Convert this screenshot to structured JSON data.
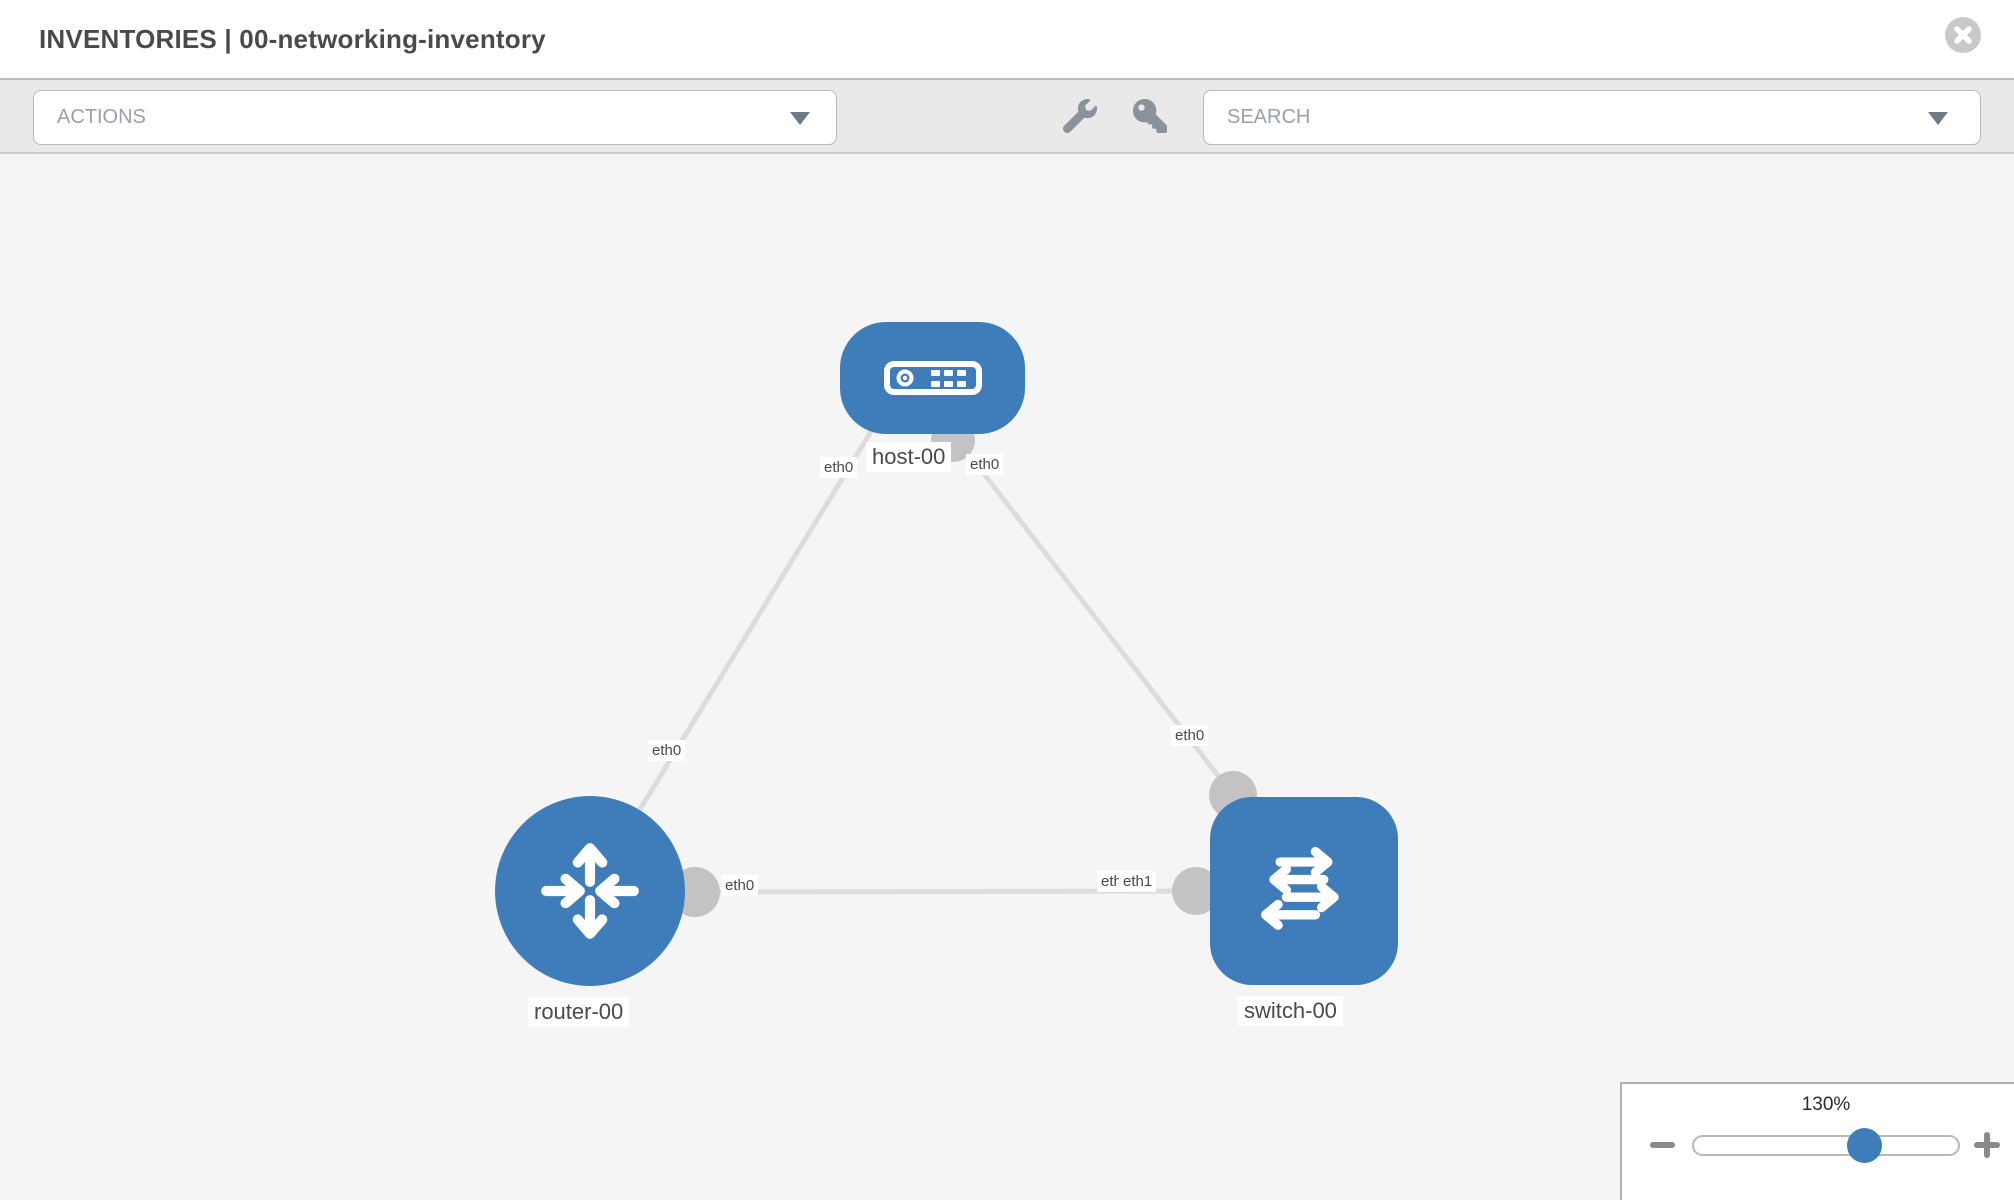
{
  "header": {
    "title": "INVENTORIES | 00-networking-inventory"
  },
  "toolbar": {
    "actions_placeholder": "ACTIONS",
    "search_placeholder": "SEARCH",
    "icons": [
      "wrench-icon",
      "key-icon"
    ]
  },
  "topology": {
    "nodes": {
      "host": {
        "label": "host-00",
        "type": "host"
      },
      "router": {
        "label": "router-00",
        "type": "router"
      },
      "switch": {
        "label": "switch-00",
        "type": "switch"
      }
    },
    "interfaces": {
      "host_left": "eth0",
      "host_right": "eth0",
      "host_router_mid": "eth0",
      "host_switch_mid": "eth0",
      "router_right": "eth0",
      "switch_back": "eth0",
      "switch_front": "eth1"
    },
    "links": [
      {
        "from": "host-00",
        "to": "router-00",
        "from_if": "eth0",
        "to_if": "eth0"
      },
      {
        "from": "host-00",
        "to": "switch-00",
        "from_if": "eth0",
        "to_if": "eth0"
      },
      {
        "from": "router-00",
        "to": "switch-00",
        "from_if": "eth0",
        "to_if": "eth1"
      }
    ]
  },
  "zoom": {
    "level": "130%"
  },
  "colors": {
    "node_blue": "#3e7db9",
    "link_gray": "#dcdcdc",
    "endpoint_gray": "#c3c3c3",
    "icon_gray": "#8a929b",
    "toolbar_bg": "#e9e9e9",
    "canvas_bg": "#f5f5f5"
  }
}
